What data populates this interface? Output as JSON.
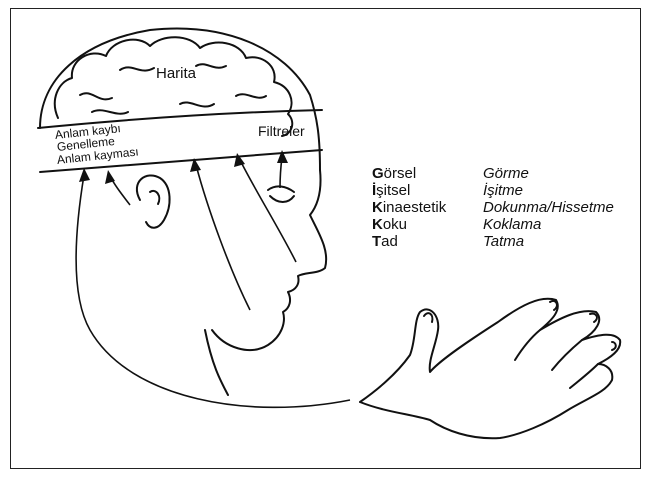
{
  "brain": {
    "label": "Harita"
  },
  "band": {
    "left_lines": [
      "Anlam kaybı",
      "Genelleme",
      "Anlam kayması"
    ],
    "right_label": "Filtreler"
  },
  "senses": [
    {
      "initial": "G",
      "rest": "örsel",
      "action": "Görme"
    },
    {
      "initial": "İ",
      "rest": "şitsel",
      "action": "İşitme"
    },
    {
      "initial": "K",
      "rest": "inaestetik",
      "action": "Dokunma/Hissetme"
    },
    {
      "initial": "K",
      "rest": "oku",
      "action": "Koklama"
    },
    {
      "initial": "T",
      "rest": "ad",
      "action": "Tatma"
    }
  ],
  "colors": {
    "ink": "#111111",
    "paper": "#ffffff",
    "frame": "#222222"
  }
}
